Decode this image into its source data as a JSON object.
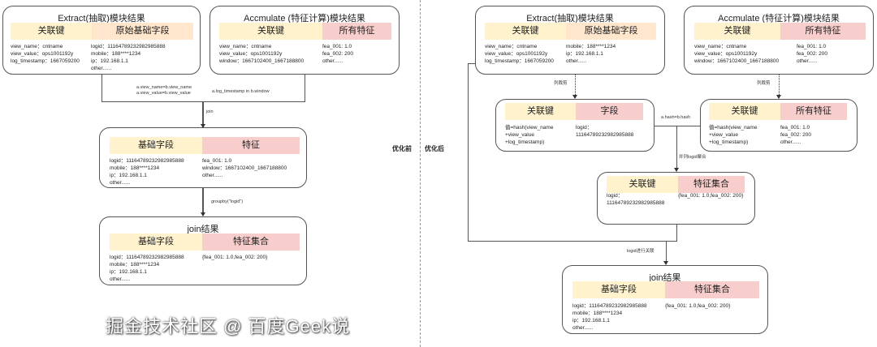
{
  "colors": {
    "key": "#fff2cc",
    "orig": "#ffe6cc",
    "feat": "#f8cecc",
    "line": "#555555"
  },
  "labels": {
    "before": "优化前",
    "after": "优化后",
    "watermark": "掘金技术社区 @ 百度Geek说"
  },
  "edges": {
    "join_cond1": "a.view_name=b.view_name\na.view_value=b.view_value",
    "join_cond2": "a.log_timestamp in b.window",
    "join": "join",
    "groupby": "groupby(\"logid\")",
    "prune_left": "列裁剪",
    "prune_right": "列裁剪",
    "hash": "a.hash=b.hash",
    "parallel": "并列logid聚合",
    "logid_join": "logid进行关联"
  },
  "boxes": [
    {
      "id": "extract-left",
      "title": "Extract(抽取)模块结果",
      "headers": [
        "关联键",
        "原始基础字段"
      ],
      "cols": [
        "view_name：cntname\nview_value：ops1001192y\nlog_timestamp：1667059200",
        "logid：11164789232982985888\nmobile：188****1234\nip：192.168.1.1\nother......"
      ]
    },
    {
      "id": "accumulate-left",
      "title": "Accmulate (特征计算)模块结果",
      "headers": [
        "关联键",
        "所有特征"
      ],
      "cols": [
        "view_name：cntname\nview_value：ops1001192y\nwindow：1667102400_1667188800",
        "fea_001: 1.0\nfea_002: 200\nother......"
      ]
    },
    {
      "id": "joined-left",
      "title": "",
      "headers": [
        "基础字段",
        "特征"
      ],
      "cols": [
        "logid：11164789232982985888\nmobile：188****1234\nip：192.168.1.1\nother......",
        "fea_001: 1.0\nwindow：1667102400_1667188800\nother......"
      ]
    },
    {
      "id": "result-left",
      "title": "join结果",
      "headers": [
        "基础字段",
        "特征集合"
      ],
      "cols": [
        "logid：11164789232982985888\nmobile：188****1234\nip：192.168.1.1\nother......",
        "{fea_001: 1.0,fea_002: 200}"
      ]
    },
    {
      "id": "extract-right",
      "title": "Extract(抽取)模块结果",
      "headers": [
        "关联键",
        "原始基础字段"
      ],
      "cols": [
        "view_name：cntname\nview_value：ops1001192y\nlog_timestamp：1667059200",
        "mobile：188****1234\nip：192.168.1.1\nother......"
      ]
    },
    {
      "id": "accumulate-right",
      "title": "Accmulate (特征计算)模块结果",
      "headers": [
        "关联键",
        "所有特征"
      ],
      "cols": [
        "view_name：cntname\nview_value：ops1001192y\nwindow：1667102400_1667188800",
        "fea_001: 1.0\nfea_002: 200\nother......"
      ]
    },
    {
      "id": "pruned-extract",
      "title": "",
      "headers": [
        "关联键",
        "字段"
      ],
      "cols": [
        "值=hash(view_name\n+view_value\n+log_timestamp)",
        "logid：\n11164789232982985888"
      ]
    },
    {
      "id": "pruned-accumulate",
      "title": "",
      "headers": [
        "关联键",
        "所有特征"
      ],
      "cols": [
        "值=hash(view_name\n+view_value\n+log_timestamp)",
        "fea_001: 1.0\nfea_002: 200\nother......"
      ]
    },
    {
      "id": "aggregated",
      "title": "",
      "headers": [
        "关联键",
        "特征集合"
      ],
      "cols": [
        "logid：\n11164789232982985888",
        "{fea_001: 1.0,fea_002: 200}"
      ]
    },
    {
      "id": "result-right",
      "title": "join结果",
      "headers": [
        "基础字段",
        "特征集合"
      ],
      "cols": [
        "logid：11164789232982985888\nmobile：188****1234\nip：192.168.1.1\nother......",
        "{fea_001: 1.0,fea_002: 200}"
      ]
    }
  ]
}
